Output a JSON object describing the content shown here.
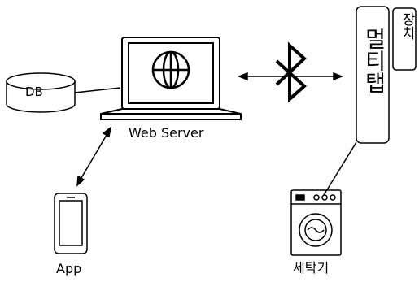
{
  "nodes": {
    "db": "DB",
    "web_server": "Web Server",
    "app": "App",
    "multitap": "멀티탭",
    "device": "장치",
    "washer": "세탁기"
  },
  "icons": [
    "database-icon",
    "laptop-icon",
    "globe-icon",
    "bluetooth-icon",
    "smartphone-icon",
    "washing-machine-icon"
  ]
}
